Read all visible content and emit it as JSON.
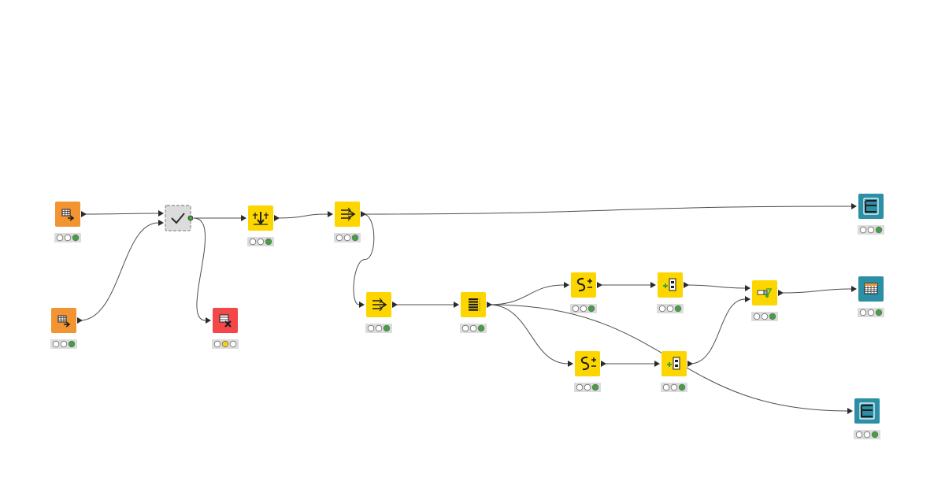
{
  "workflow": {
    "colors": {
      "source": "#f39433",
      "manipulator": "#fdd600",
      "sink": "#2b8fa5",
      "error": "#f3474a",
      "metanode": "#dcdcdc",
      "edge": "#4d4d4d",
      "port": "#2b2b2b",
      "light_off": "#ffffff",
      "light_yellow": "#f5d312",
      "light_green": "#3fa33f"
    },
    "nodes": [
      {
        "id": "n1",
        "kind": "source",
        "icon": "table-reader-icon",
        "status": "executed"
      },
      {
        "id": "n2",
        "kind": "source",
        "icon": "table-reader-icon",
        "status": "executed"
      },
      {
        "id": "n3",
        "kind": "metanode",
        "icon": "checkmark-icon",
        "status": "none"
      },
      {
        "id": "n4",
        "kind": "error",
        "icon": "table-error-icon",
        "status": "configured"
      },
      {
        "id": "n5",
        "kind": "manipulator",
        "icon": "column-merge-icon",
        "status": "executed"
      },
      {
        "id": "n6",
        "kind": "manipulator",
        "icon": "column-filter-icon",
        "status": "executed"
      },
      {
        "id": "n7",
        "kind": "manipulator",
        "icon": "column-filter-icon",
        "status": "executed"
      },
      {
        "id": "n8",
        "kind": "manipulator",
        "icon": "row-sorter-icon",
        "status": "executed"
      },
      {
        "id": "n9",
        "kind": "manipulator",
        "icon": "string-manipulation-icon",
        "status": "executed"
      },
      {
        "id": "n10",
        "kind": "manipulator",
        "icon": "string-manipulation-icon",
        "status": "executed"
      },
      {
        "id": "n11",
        "kind": "manipulator",
        "icon": "column-append-icon",
        "status": "executed"
      },
      {
        "id": "n12",
        "kind": "manipulator",
        "icon": "column-append-icon",
        "status": "executed"
      },
      {
        "id": "n13",
        "kind": "manipulator",
        "icon": "joiner-icon",
        "status": "executed"
      },
      {
        "id": "n14",
        "kind": "sink",
        "icon": "database-writer-icon",
        "status": "executed"
      },
      {
        "id": "n15",
        "kind": "sink",
        "icon": "table-view-icon",
        "status": "executed"
      },
      {
        "id": "n16",
        "kind": "sink",
        "icon": "database-writer-icon",
        "status": "executed"
      }
    ],
    "connections": [
      [
        "n1",
        "n3"
      ],
      [
        "n2",
        "n3"
      ],
      [
        "n3",
        "n5"
      ],
      [
        "n3",
        "n4"
      ],
      [
        "n5",
        "n6"
      ],
      [
        "n6",
        "n14"
      ],
      [
        "n6",
        "n7"
      ],
      [
        "n7",
        "n8"
      ],
      [
        "n8",
        "n9"
      ],
      [
        "n8",
        "n10"
      ],
      [
        "n8",
        "n16"
      ],
      [
        "n9",
        "n11"
      ],
      [
        "n10",
        "n12"
      ],
      [
        "n11",
        "n13"
      ],
      [
        "n12",
        "n13"
      ],
      [
        "n13",
        "n15"
      ]
    ]
  }
}
